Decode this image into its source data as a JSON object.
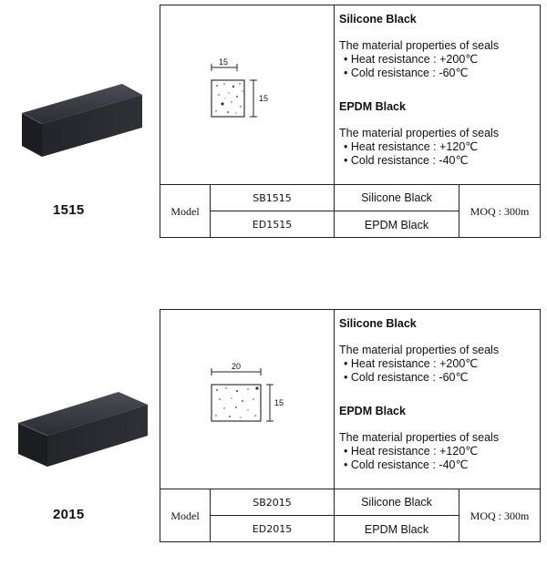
{
  "products": [
    {
      "code": "1515",
      "dim_width": "15",
      "dim_height": "15",
      "materials": [
        {
          "title": "Silicone Black",
          "intro": "The material properties of seals",
          "heat": "• Heat resistance : +200℃",
          "cold": "• Cold resistance :  -60℃"
        },
        {
          "title": "EPDM Black",
          "intro": "The material properties of seals",
          "heat": "• Heat resistance : +120℃",
          "cold": "• Cold resistance : -40℃"
        }
      ],
      "table": {
        "model_label": "Model",
        "rows": [
          {
            "model": "SB1515",
            "material": "Silicone Black"
          },
          {
            "model": "ED1515",
            "material": "EPDM Black"
          }
        ],
        "moq": "MOQ : 300m"
      }
    },
    {
      "code": "2015",
      "dim_width": "20",
      "dim_height": "15",
      "materials": [
        {
          "title": "Silicone Black",
          "intro": "The material properties of seals",
          "heat": "• Heat resistance : +200℃",
          "cold": "• Cold resistance :  -60℃"
        },
        {
          "title": "EPDM Black",
          "intro": "The material properties of seals",
          "heat": "• Heat resistance : +120℃",
          "cold": "• Cold resistance : -40℃"
        }
      ],
      "table": {
        "model_label": "Model",
        "rows": [
          {
            "model": "SB2015",
            "material": "Silicone Black"
          },
          {
            "model": "ED2015",
            "material": "EPDM Black"
          }
        ],
        "moq": "MOQ : 300m"
      }
    }
  ]
}
